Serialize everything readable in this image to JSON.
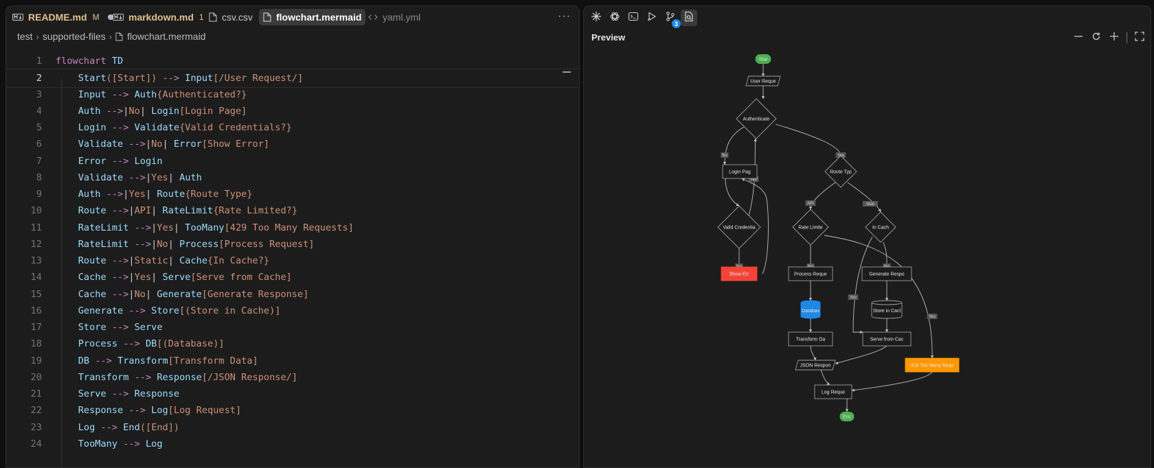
{
  "editor": {
    "tabs": [
      {
        "name": "README.md",
        "status": "M",
        "dirty": true
      },
      {
        "name": "markdown.md",
        "status": "1"
      },
      {
        "name": "csv.csv"
      },
      {
        "name": "flowchart.mermaid"
      },
      {
        "name": "yaml.yml"
      }
    ],
    "more": "···",
    "breadcrumb": [
      "test",
      "supported-files",
      "flowchart.mermaid"
    ],
    "current_line": 2,
    "lines": [
      {
        "n": "1",
        "text": "flowchart TD"
      },
      {
        "n": "2",
        "text": "    Start([Start]) --> Input[/User Request/]"
      },
      {
        "n": "3",
        "text": "    Input --> Auth{Authenticated?}"
      },
      {
        "n": "4",
        "text": "    Auth -->|No| Login[Login Page]"
      },
      {
        "n": "5",
        "text": "    Login --> Validate{Valid Credentials?}"
      },
      {
        "n": "6",
        "text": "    Validate -->|No| Error[Show Error]"
      },
      {
        "n": "7",
        "text": "    Error --> Login"
      },
      {
        "n": "8",
        "text": "    Validate -->|Yes| Auth"
      },
      {
        "n": "9",
        "text": "    Auth -->|Yes| Route{Route Type}"
      },
      {
        "n": "10",
        "text": "    Route -->|API| RateLimit{Rate Limited?}"
      },
      {
        "n": "11",
        "text": "    RateLimit -->|Yes| TooMany[429 Too Many Requests]"
      },
      {
        "n": "12",
        "text": "    RateLimit -->|No| Process[Process Request]"
      },
      {
        "n": "13",
        "text": "    Route -->|Static| Cache{In Cache?}"
      },
      {
        "n": "14",
        "text": "    Cache -->|Yes| Serve[Serve from Cache]"
      },
      {
        "n": "15",
        "text": "    Cache -->|No| Generate[Generate Response]"
      },
      {
        "n": "16",
        "text": "    Generate --> Store[(Store in Cache)]"
      },
      {
        "n": "17",
        "text": "    Store --> Serve"
      },
      {
        "n": "18",
        "text": "    Process --> DB[(Database)]"
      },
      {
        "n": "19",
        "text": "    DB --> Transform[Transform Data]"
      },
      {
        "n": "20",
        "text": "    Transform --> Response[/JSON Response/]"
      },
      {
        "n": "21",
        "text": "    Serve --> Response"
      },
      {
        "n": "22",
        "text": "    Response --> Log[Log Request]"
      },
      {
        "n": "23",
        "text": "    Log --> End([End])"
      },
      {
        "n": "24",
        "text": "    TooMany --> Log"
      }
    ]
  },
  "preview": {
    "title": "Preview",
    "toolbar": [
      {
        "icon": "sparkle-icon"
      },
      {
        "icon": "openai-icon"
      },
      {
        "icon": "terminal-icon"
      },
      {
        "icon": "run-icon"
      },
      {
        "icon": "source-control-icon",
        "badge": "3"
      },
      {
        "icon": "preview-file-icon",
        "active": true
      }
    ],
    "controls": [
      {
        "icon": "zoom-out-icon"
      },
      {
        "icon": "reset-icon"
      },
      {
        "icon": "zoom-in-icon"
      },
      {
        "icon": "fullscreen-icon"
      }
    ],
    "colors": {
      "start_end": "#4caf50",
      "error": "#f44336",
      "database": "#1e88e5",
      "too_many": "#ff9800",
      "node_stroke": "#9e9e9e"
    },
    "flowchart": {
      "nodes": [
        {
          "id": "Start",
          "label": "Star",
          "shape": "stadium"
        },
        {
          "id": "Input",
          "label": "User Reque",
          "shape": "parallelogram"
        },
        {
          "id": "Auth",
          "label": "Authenticate",
          "shape": "diamond"
        },
        {
          "id": "Login",
          "label": "Login Pag",
          "shape": "rect"
        },
        {
          "id": "Route",
          "label": "Route Typ",
          "shape": "diamond"
        },
        {
          "id": "Validate",
          "label": "Valid Credentia",
          "shape": "diamond"
        },
        {
          "id": "RateLimit",
          "label": "Rate Limite",
          "shape": "diamond"
        },
        {
          "id": "Cache",
          "label": "In Cach",
          "shape": "diamond"
        },
        {
          "id": "Error",
          "label": "Show Err",
          "shape": "rect"
        },
        {
          "id": "Process",
          "label": "Process Reque",
          "shape": "rect"
        },
        {
          "id": "Generate",
          "label": "Generate Respo",
          "shape": "rect"
        },
        {
          "id": "DB",
          "label": "Databas",
          "shape": "cylinder"
        },
        {
          "id": "Store",
          "label": "Store in Cacl",
          "shape": "cylinder"
        },
        {
          "id": "Transform",
          "label": "Transform Da",
          "shape": "rect"
        },
        {
          "id": "Serve",
          "label": "Serve from Cac",
          "shape": "rect"
        },
        {
          "id": "TooMany",
          "label": "429 Too Many Requ",
          "shape": "rect"
        },
        {
          "id": "Response",
          "label": "JSON Respon",
          "shape": "parallelogram"
        },
        {
          "id": "Log",
          "label": "Log Reque",
          "shape": "rect"
        },
        {
          "id": "End",
          "label": "Enc",
          "shape": "stadium"
        }
      ],
      "edges": [
        {
          "from": "Start",
          "to": "Input"
        },
        {
          "from": "Input",
          "to": "Auth"
        },
        {
          "from": "Auth",
          "to": "Login",
          "label": "No"
        },
        {
          "from": "Auth",
          "to": "Route",
          "label": "Yes"
        },
        {
          "from": "Login",
          "to": "Validate"
        },
        {
          "from": "Validate",
          "to": "Auth",
          "label": "Yes"
        },
        {
          "from": "Validate",
          "to": "Error",
          "label": "No"
        },
        {
          "from": "Error",
          "to": "Login"
        },
        {
          "from": "Route",
          "to": "RateLimit",
          "label": "API"
        },
        {
          "from": "Route",
          "to": "Cache",
          "label": "Stati"
        },
        {
          "from": "RateLimit",
          "to": "Process",
          "label": "No"
        },
        {
          "from": "RateLimit",
          "to": "TooMany",
          "label": "Yes"
        },
        {
          "from": "Cache",
          "to": "Generate",
          "label": "No"
        },
        {
          "from": "Cache",
          "to": "Serve",
          "label": "Yes"
        },
        {
          "from": "Process",
          "to": "DB"
        },
        {
          "from": "Generate",
          "to": "Store"
        },
        {
          "from": "DB",
          "to": "Transform"
        },
        {
          "from": "Store",
          "to": "Serve"
        },
        {
          "from": "Transform",
          "to": "Response"
        },
        {
          "from": "Serve",
          "to": "Response"
        },
        {
          "from": "Response",
          "to": "Log"
        },
        {
          "from": "TooMany",
          "to": "Log"
        },
        {
          "from": "Log",
          "to": "End"
        }
      ]
    }
  }
}
